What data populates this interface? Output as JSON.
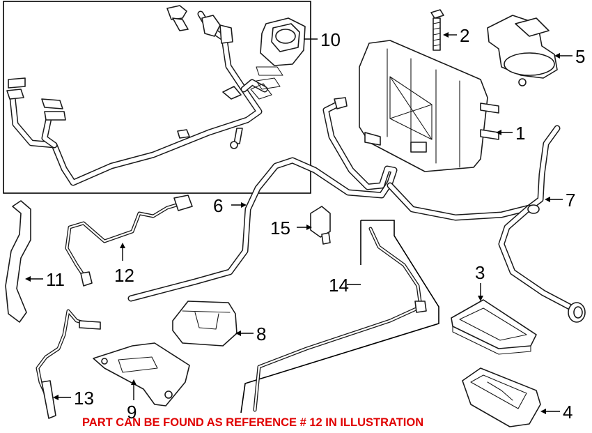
{
  "callouts": {
    "c1": "1",
    "c2": "2",
    "c3": "3",
    "c4": "4",
    "c5": "5",
    "c6": "6",
    "c7": "7",
    "c8": "8",
    "c9": "9",
    "c10": "10",
    "c11": "11",
    "c12": "12",
    "c13": "13",
    "c14": "14",
    "c15": "15"
  },
  "note": "PART CAN BE FOUND AS REFERENCE # 12 IN ILLUSTRATION",
  "colors": {
    "note": "#e00000",
    "line": "#1a1a1a",
    "background": "#ffffff"
  }
}
